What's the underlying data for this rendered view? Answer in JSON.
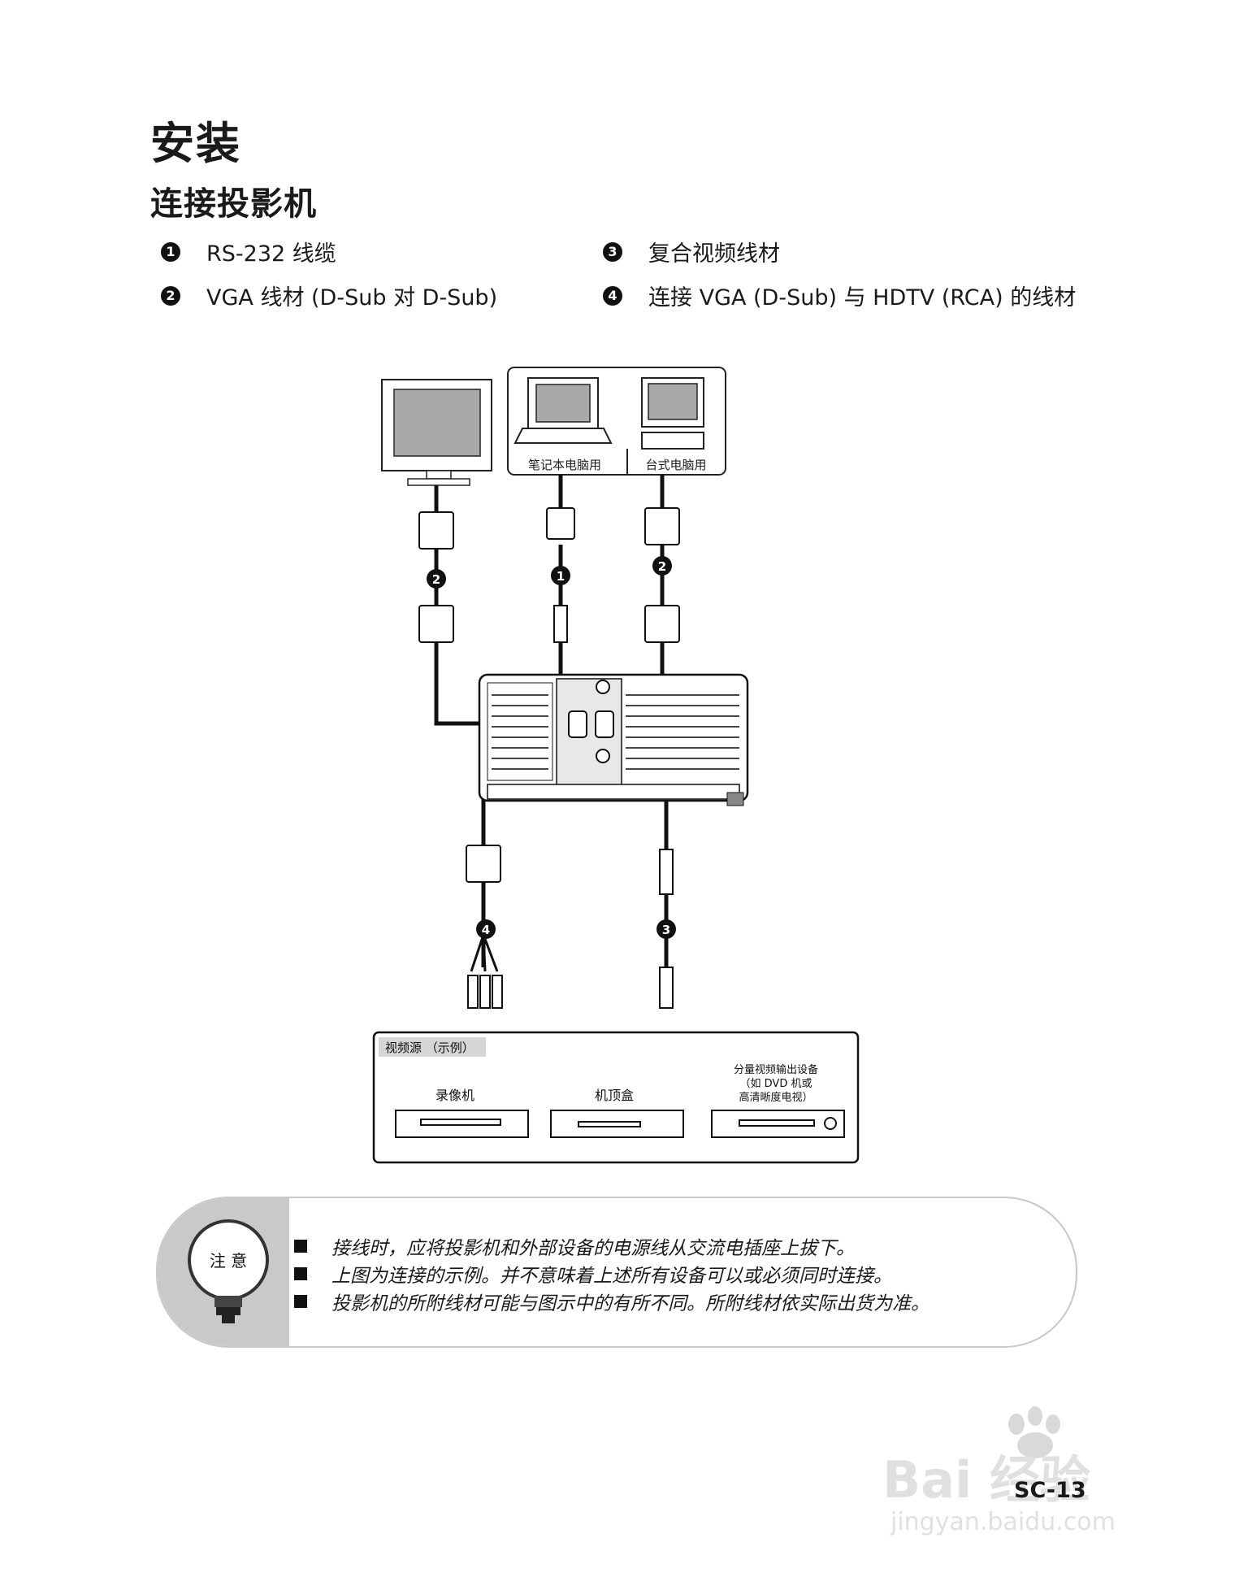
{
  "heading": "安装",
  "subheading": "连接投影机",
  "legend": [
    {
      "num": "1",
      "label": "RS-232 线缆"
    },
    {
      "num": "2",
      "label": "VGA 线材 (D-Sub 对 D-Sub)"
    },
    {
      "num": "3",
      "label": "复合视频线材"
    },
    {
      "num": "4",
      "label": "连接 VGA (D-Sub) 与 HDTV (RCA) 的线材"
    }
  ],
  "diagram": {
    "laptop_label": "笔记本电脑用",
    "desktop_label": "台式电脑用",
    "callouts": [
      "2",
      "1",
      "2",
      "4",
      "3"
    ],
    "video_source": {
      "title": "视频源 （示例）",
      "vcr": "录像机",
      "settop": "机顶盒",
      "component_line1": "分量视频输出设备",
      "component_line2": "（如 DVD 机或",
      "component_line3": "高清晰度电视）"
    }
  },
  "note": {
    "title": "注 意",
    "lines": [
      "接线时，应将投影机和外部设备的电源线从交流电插座上拔下。",
      "上图为连接的示例。并不意味着上述所有设备可以或必须同时连接。",
      "投影机的所附线材可能与图示中的有所不同。所附线材依实际出货为准。"
    ]
  },
  "page_number": "SC-13",
  "watermark": {
    "brand": "Bai 经验",
    "url": "jingyan.baidu.com"
  }
}
